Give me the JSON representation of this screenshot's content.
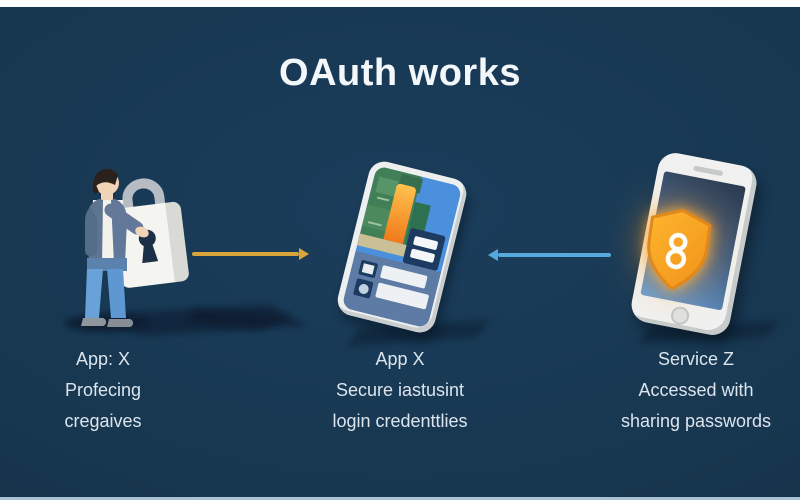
{
  "title": "OAuth works",
  "colors": {
    "background": "#17364f",
    "top_strip": "#fdfdfd",
    "bottom_strip": "#a9c2d4",
    "title_text": "#f3f7fa",
    "caption_text": "#dce5ed",
    "forward_arrow": "#d9a43a",
    "return_arrow": "#56a9dd",
    "shield_orange": "#f59f1e"
  },
  "nodes": [
    {
      "id": "user-app-x",
      "illustration": "person-presenting-padlock",
      "caption": [
        "App: X",
        "Profecing",
        "cregaives"
      ]
    },
    {
      "id": "app-x-device",
      "illustration": "tablet-app-interface",
      "caption": [
        "App X",
        "Secure iastusint",
        "login credenttlies"
      ]
    },
    {
      "id": "service-z",
      "illustration": "smartphone-security-shield",
      "caption": [
        "Service Z",
        "Accessed with",
        "sharing passwords"
      ]
    }
  ],
  "arrows": [
    {
      "id": "user-to-app",
      "direction": "right"
    },
    {
      "id": "service-to-app",
      "direction": "left"
    }
  ]
}
